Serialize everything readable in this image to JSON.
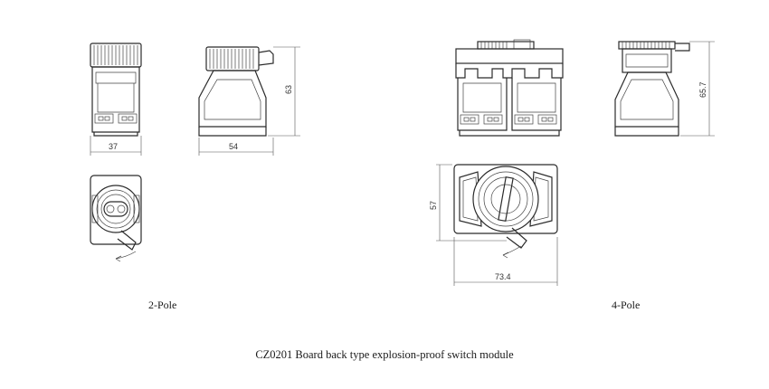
{
  "labels": {
    "two_pole": "2-Pole",
    "four_pole": "4-Pole",
    "caption": "CZ0201 Board back type explosion-proof switch module"
  },
  "dimensions": {
    "two_pole_front_width": "37",
    "two_pole_side_width": "54",
    "two_pole_side_height": "63",
    "four_pole_side_height": "65.7",
    "four_pole_top_height": "57",
    "four_pole_top_width": "73.4"
  },
  "colors": {
    "line": "#2b2b2b",
    "background": "#ffffff"
  }
}
